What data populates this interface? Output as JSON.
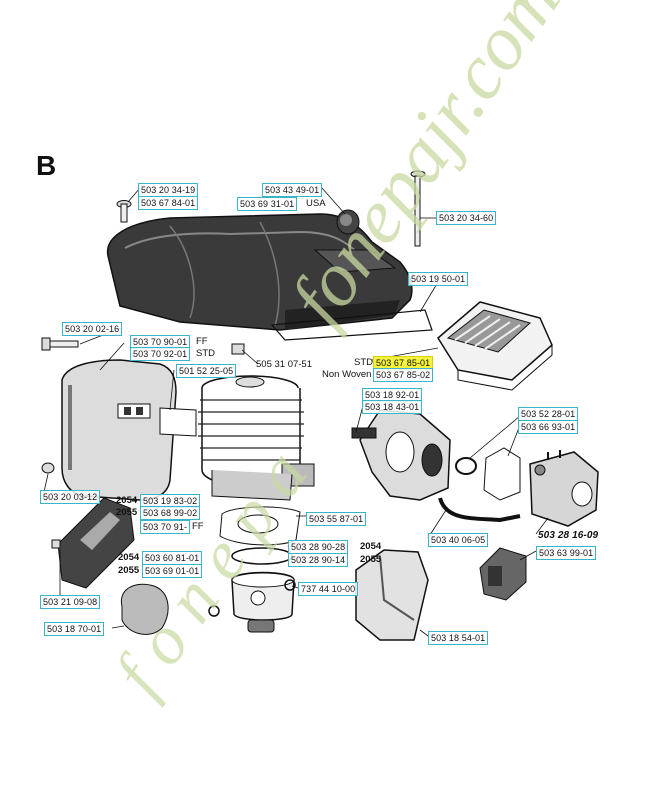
{
  "section": "B",
  "labels": {
    "usa": "USA",
    "ff1": "FF",
    "std1": "STD",
    "std2": "STD",
    "nonwoven": "Non Woven",
    "ff2": "FF",
    "m2054a": "2054",
    "m2055a": "2055",
    "m2054b": "2054",
    "m2055b": "2055",
    "m2054c": "2054",
    "m2055c": "2055"
  },
  "parts": {
    "p1": "503 20 34-19",
    "p2": "503 67 84-01",
    "p3": "503 43 49-01",
    "p4": "503 69 31-01",
    "p5": "503 20 34-60",
    "p6": "503 19 50-01",
    "p7": "503 20 02-16",
    "p8": "503 70 90-01",
    "p9": "503 70 92-01",
    "p10": "505 31 07-51",
    "p11": "503 67 85-01",
    "p12": "503 67 85-02",
    "p13": "501 52 25-05",
    "p14": "503 18 92-01",
    "p15": "503 18 43-01",
    "p16": "503 52 28-01",
    "p17": "503 66 93-01",
    "p18": "503 20 03-12",
    "p19": "503 19 83-02",
    "p20": "503 68 99-02",
    "p21": "503 70 91-",
    "p22": "503 55 87-01",
    "p23": "503 40 06-05",
    "p24": "503 28 16-09",
    "p25": "503 60 81-01",
    "p26": "503 28 90-28",
    "p27": "503 69 01-01",
    "p28": "503 28 90-14",
    "p29": "503 63 99-01",
    "p30": "503 21 09-08",
    "p31": "737 44 10-00",
    "p32": "503 18 70-01",
    "p33": "503 18 54-01"
  },
  "watermark": {
    "text1": "fonepajr.com",
    "text2": "f o n e p a",
    "color": "#c8d8a0"
  },
  "highlight_color": "#f4f23a",
  "box_color": "#3ab4c8"
}
